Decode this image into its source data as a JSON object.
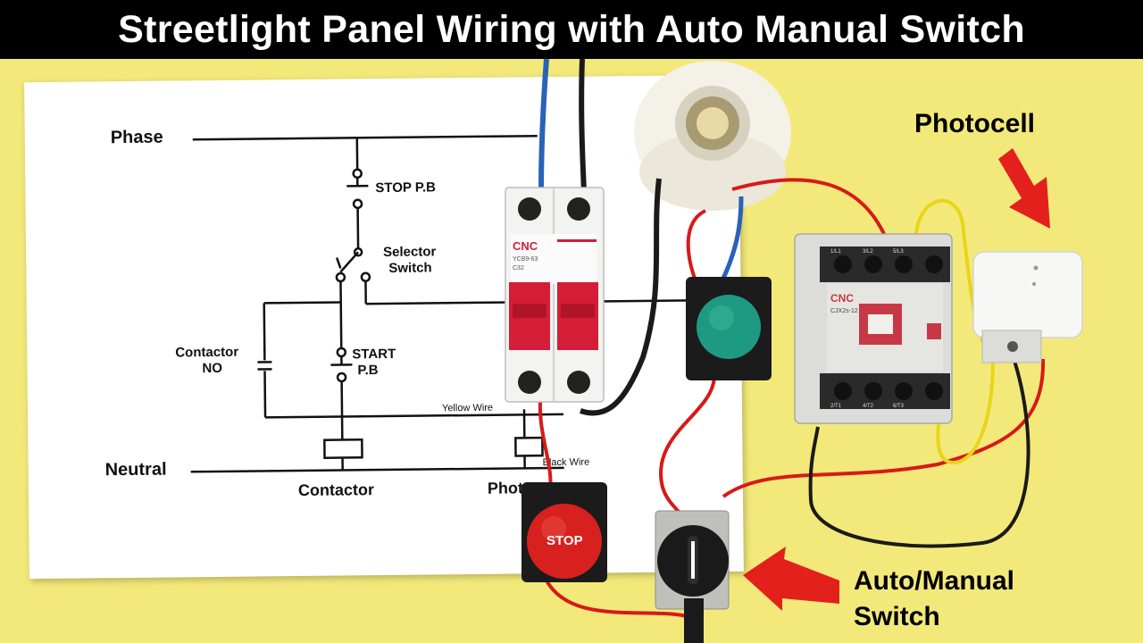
{
  "title": "Streetlight Panel Wiring with Auto Manual Switch",
  "diagram": {
    "phase": "Phase",
    "neutral": "Neutral",
    "stop_pb": "STOP P.B",
    "selector_1": "Selector",
    "selector_2": "Switch",
    "contactor_no_1": "Contactor",
    "contactor_no_2": "NO",
    "start_1": "START",
    "start_2": "P.B",
    "yellow_wire": "Yellow Wire",
    "black_wire": "Black Wire",
    "contactor": "Contactor",
    "photocell_partial": "Phot"
  },
  "devices": {
    "breaker_brand": "CNC",
    "breaker_model": "YCB9-63",
    "breaker_rating": "C32",
    "contactor_brand": "CNC",
    "contactor_model": "CJX2s-12",
    "terminals_top": [
      "1/L1",
      "3/L2",
      "5/L3"
    ],
    "terminals_bottom": [
      "2/T1",
      "4/T2",
      "6/T3"
    ],
    "stop_button": "STOP"
  },
  "callouts": {
    "photocell": "Photocell",
    "auto_manual_1": "Auto/Manual",
    "auto_manual_2": "Switch"
  },
  "colors": {
    "background": "#f3e97a",
    "banner": "#000000",
    "red_wire": "#d61a1a",
    "blue_wire": "#2a62b8",
    "yellow_wire": "#e8d51a",
    "arrow": "#e3201b",
    "green_button": "#1f9a82",
    "stop_button": "#d8201e"
  }
}
